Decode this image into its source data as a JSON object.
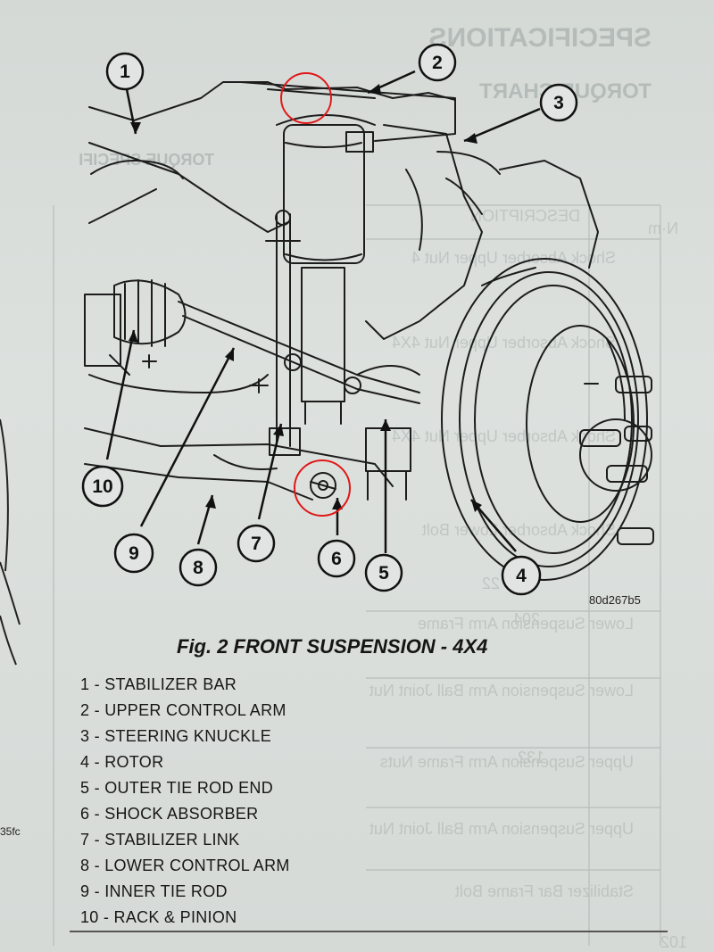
{
  "background_text": {
    "heading_1": "SPECIFICATIONS",
    "heading_2": "TORQUE CHART",
    "heading_3": "TORQUE SPECIFI",
    "table_header": [
      "DESCRIPTION",
      "N·m"
    ],
    "table_rows": [
      {
        "description": "Shock Absorber Upper Nut 4",
        "value": ""
      },
      {
        "description": "Shock Absorber Upper Nut 4X4",
        "value": ""
      },
      {
        "description": "Shock Absorber Upper Nut 4X4",
        "value": ""
      },
      {
        "description": "Shock Absorber Lower Bolt",
        "value": "22"
      },
      {
        "description": "Lower Suspension Arm Frame",
        "value": "204"
      },
      {
        "description": "Lower Suspension Arm Ball Joint Nut",
        "value": ""
      },
      {
        "description": "Upper Suspension Arm Frame Nuts",
        "value": "132"
      },
      {
        "description": "Upper Suspension Arm Ball Joint Nut",
        "value": ""
      },
      {
        "description": "Stabilizer Bar Frame Bolt",
        "value": "102"
      }
    ]
  },
  "diagram": {
    "image_code": "80d267b5",
    "edge_code": "35fc",
    "callouts": [
      "1",
      "2",
      "3",
      "4",
      "5",
      "6",
      "7",
      "8",
      "9",
      "10"
    ]
  },
  "figure": {
    "title": "Fig. 2 FRONT SUSPENSION - 4X4",
    "legend": [
      "1 - STABILIZER BAR",
      "2 - UPPER CONTROL ARM",
      "3 - STEERING KNUCKLE",
      "4 - ROTOR",
      "5 - OUTER TIE ROD END",
      "6 - SHOCK ABSORBER",
      "7 - STABILIZER LINK",
      "8 - LOWER CONTROL ARM",
      "9 - INNER TIE ROD",
      "10 - RACK & PINION"
    ]
  },
  "colors": {
    "highlight_circle": "#e01818",
    "ink": "#1a1a1a",
    "paper": "#d8dcd9",
    "ghost": "#a9b2b0"
  }
}
